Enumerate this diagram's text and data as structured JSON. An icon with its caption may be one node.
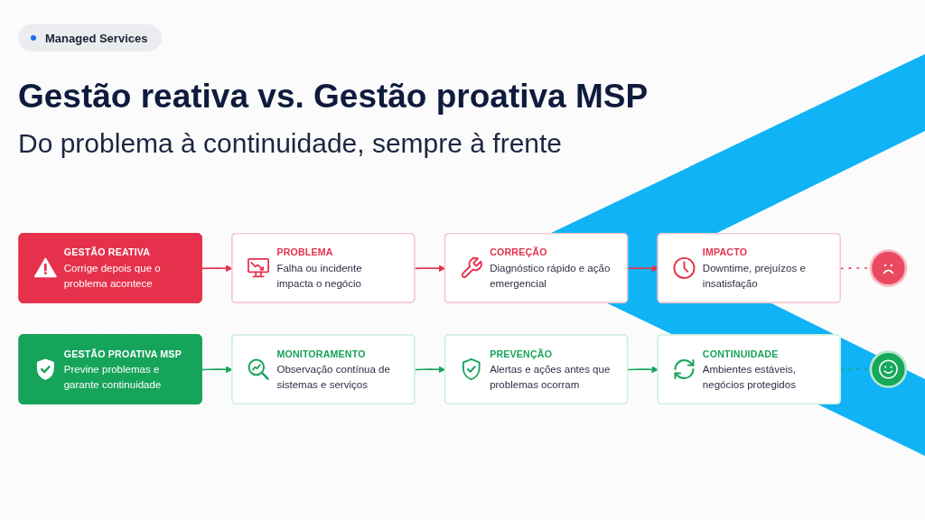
{
  "diagram": {
    "title": "Gestão reativa vs. Gestão proativa MSP",
    "nodes": [
      {
        "text": [
          "GESTÃO REATIVA",
          "Corrige depois que o problema acontece"
        ]
      },
      {
        "text": [
          "PROBLEMA",
          "Falha ou incidente impacta o negócio"
        ]
      },
      {
        "text": [
          "CORREÇÃO",
          "Diagnóstico rápido e ação emergencial"
        ]
      },
      {
        "text": [
          "IMPACTO",
          "Downtime, prejuízos e insatisfação"
        ]
      },
      {
        "text": [],
        "shape": "circle"
      },
      {
        "text": [
          "GESTÃO PROATIVA MSP",
          "Previne problemas e garante continuidade"
        ]
      },
      {
        "text": [
          "MONITORAMENTO",
          "Observação contínua de sistemas e serviços"
        ]
      },
      {
        "text": [
          "PREVENÇÃO",
          "Alertas e ações antes que problemas ocorram"
        ]
      },
      {
        "text": [
          "CONTINUIDADE",
          "Ambientes estáveis, negócios protegidos"
        ]
      },
      {
        "text": [],
        "shape": "circle"
      }
    ],
    "edges": [
      {
        "from": 0,
        "to": 1,
        "arrow": "to",
        "color": "#e5314b"
      },
      {
        "from": 1,
        "to": 2,
        "arrow": "to",
        "color": "#e5314b"
      },
      {
        "from": 2,
        "to": 3,
        "arrow": "to",
        "color": "#e5314b"
      },
      {
        "from": 3,
        "to": 4,
        "arrow": "none",
        "style": "dashed",
        "color": "#e5314b"
      },
      {
        "from": 5,
        "to": 6,
        "arrow": "to",
        "color": "#16a35a"
      },
      {
        "from": 6,
        "to": 7,
        "arrow": "to",
        "color": "#16a35a"
      },
      {
        "from": 7,
        "to": 8,
        "arrow": "to",
        "color": "#16a35a"
      },
      {
        "from": 8,
        "to": 9,
        "arrow": "none",
        "style": "dashed",
        "color": "#16a35a"
      }
    ],
    "labels": [
      "Managed Services",
      "Do problema à continuidade, sempre à frente"
    ]
  }
}
